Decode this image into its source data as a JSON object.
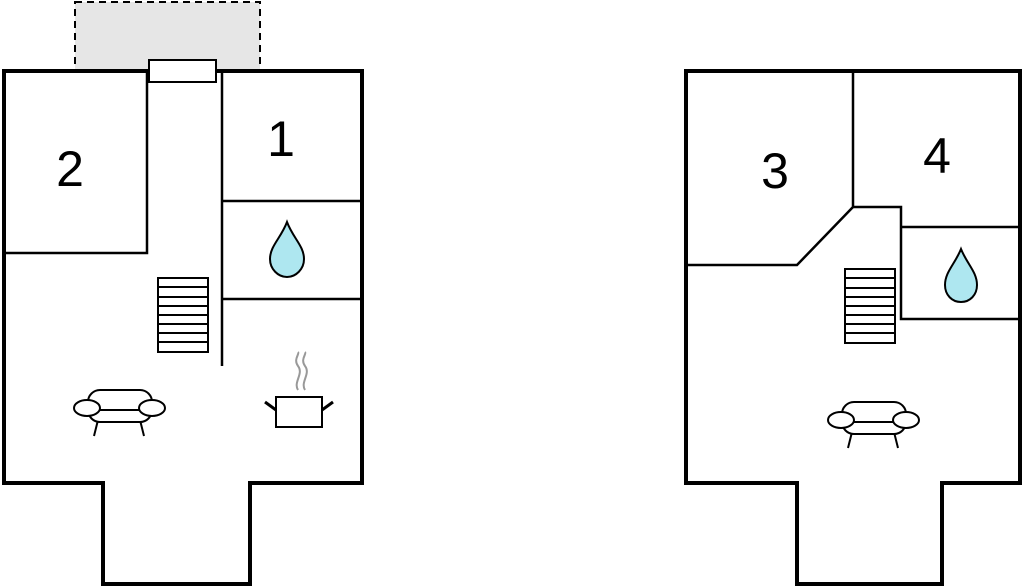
{
  "floors": [
    {
      "rooms": [
        {
          "number": "1"
        },
        {
          "number": "2"
        }
      ],
      "icons": [
        "bathroom-drop-icon",
        "stairs-icon",
        "sofa-icon",
        "cooking-pot-icon",
        "window-icon",
        "terrace-outline"
      ]
    },
    {
      "rooms": [
        {
          "number": "3"
        },
        {
          "number": "4"
        }
      ],
      "icons": [
        "bathroom-drop-icon",
        "stairs-icon",
        "sofa-icon"
      ]
    }
  ],
  "colors": {
    "wall": "#000000",
    "water": "#aee7f0",
    "terrace": "#e6e6e6",
    "background": "#ffffff"
  }
}
